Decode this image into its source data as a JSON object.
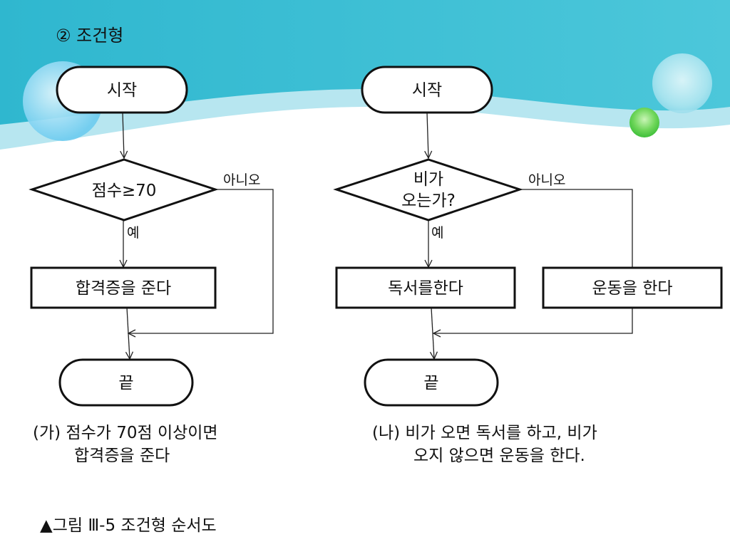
{
  "slide_title": "② 조건형",
  "figure_caption": "▲그림 Ⅲ-5 조건형 순서도",
  "flowchart_a": {
    "start": "시작",
    "decision": "점수≥70",
    "yes_label": "예",
    "no_label": "아니오",
    "action": "합격증을 준다",
    "end": "끝",
    "caption_line1": "(가) 점수가 70점 이상이면",
    "caption_line2": "합격증을 준다"
  },
  "flowchart_b": {
    "start": "시작",
    "decision_line1": "비가",
    "decision_line2": "오는가?",
    "yes_label": "예",
    "no_label": "아니오",
    "action_yes": "독서를한다",
    "action_no": "운동을 한다",
    "end": "끝",
    "caption_line1": "(나) 비가 오면 독서를 하고, 비가",
    "caption_line2": "오지 않으면 운동을 한다."
  },
  "colors": {
    "banner_teal": "#3fc1d6",
    "banner_light": "#aee4ef",
    "bubble_blue": "#7fd3f3",
    "bubble_green": "#5fcf5a"
  }
}
